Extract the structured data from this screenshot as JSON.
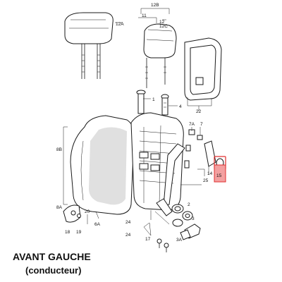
{
  "labels": {
    "l12B": "12B",
    "l11": "11",
    "l12": "12",
    "l12C": "12C",
    "l12A": "12A",
    "l1": "1",
    "l4": "4",
    "l22": "22",
    "l7A": "7A",
    "l7": "7",
    "l8B": "8B",
    "l8A": "8A",
    "l14": "14",
    "l15": "15",
    "l25": "25",
    "l18": "18",
    "l20": "20",
    "l19": "19",
    "l6A": "6A",
    "l24": "24",
    "l24b": "24",
    "l3": "3",
    "l2": "2",
    "l3A": "3A",
    "l17": "17"
  },
  "highlight": {
    "part": "15",
    "color": "#e03030",
    "fill": "#f3a0a0"
  },
  "caption": {
    "line1": "AVANT GAUCHE",
    "line2": "(conducteur)"
  }
}
